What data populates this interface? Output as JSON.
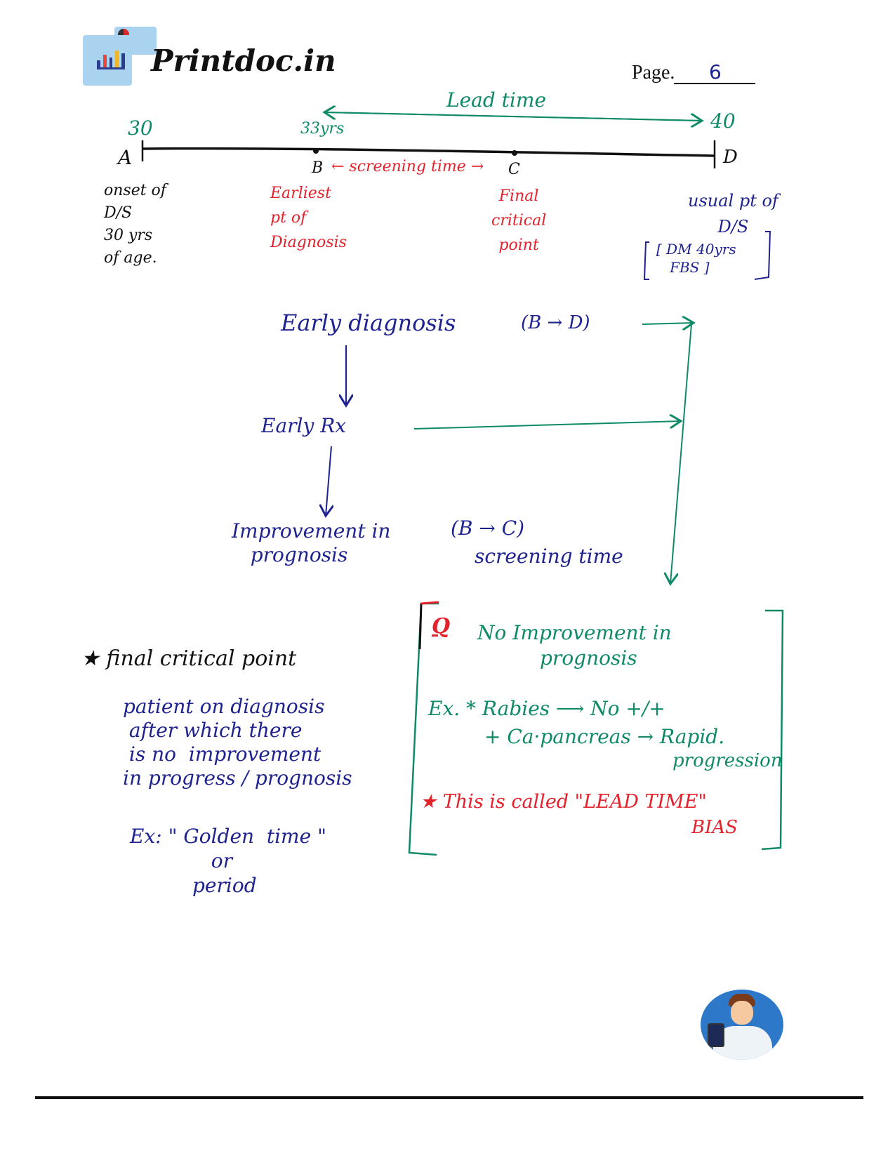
{
  "header": {
    "brand": "Printdoc.in",
    "page_label": "Page.",
    "page_number": "6"
  },
  "timeline": {
    "lead_time": "Lead time",
    "age_a": "30",
    "age_b": "33yrs",
    "age_d": "40",
    "point_a": "A",
    "point_b": "B",
    "point_c": "C",
    "point_d": "D",
    "screening_time": "← screening time →",
    "a_note": "onset of\nD/S\n30 yrs\nof age.",
    "b_note": "Earliest\npt of\nDiagnosis",
    "c_note": "Final\ncritical\npoint",
    "d_note": "usual pt of\nD/S",
    "d_bracket": "[ DM 40yrs\n   FBS ]"
  },
  "flow": {
    "early_diagnosis": "Early diagnosis",
    "b_to_d": "(B → D)",
    "early_rx": "Early Rx",
    "improvement": "Improvement in\n   prognosis",
    "b_to_c": "(B → C)",
    "screening_time": "screening time"
  },
  "critical": {
    "heading": "★  final  critical point",
    "body": "patient on diagnosis\n after which there\n is no  improvement\nin progress / prognosis",
    "example": "Ex: \" Golden  time \"\n             or\n          period"
  },
  "box": {
    "q": "Q",
    "q_text": "No Improvement in\n          prognosis",
    "ex_line1": "Ex.  *  Rabies  ⟶  No +/+",
    "ex_line2": "+ Ca·pancreas → Rapid.",
    "ex_line3": "progression",
    "bias_line": "★  This is called \"LEAD TIME\"",
    "bias_word": "BIAS"
  },
  "colors": {
    "green": "#0f8a68",
    "red": "#e3222c",
    "navy": "#1e2390"
  }
}
